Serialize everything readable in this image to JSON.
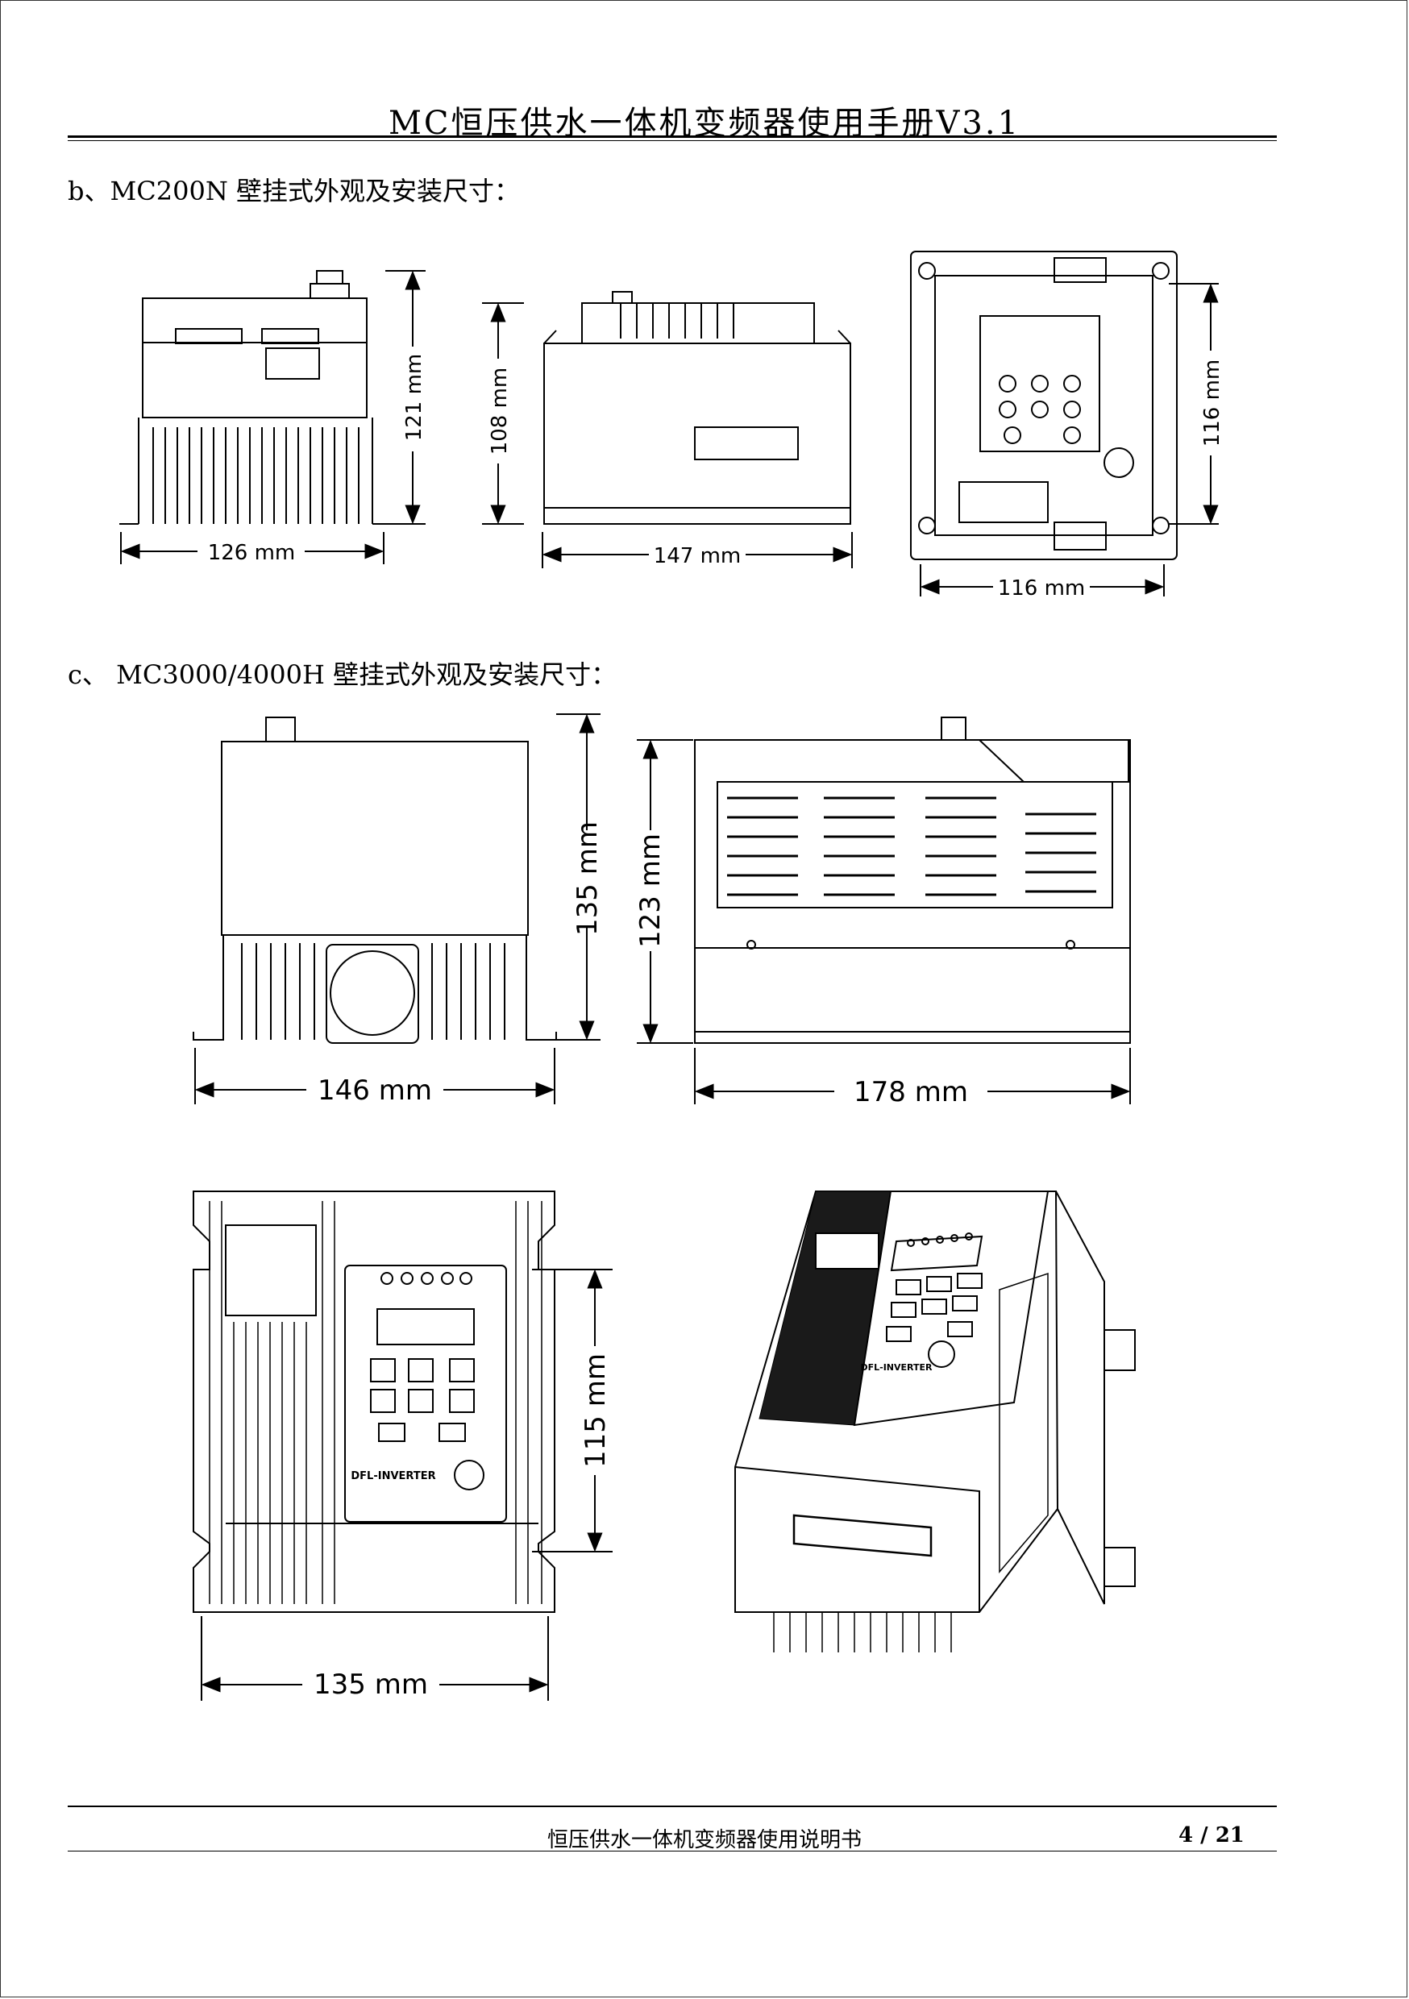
{
  "header": {
    "title": "MC恒压供水一体机变频器使用手册V3.1"
  },
  "sections": {
    "b": {
      "heading": "b、MC200N 壁挂式外观及安装尺寸：",
      "dims": {
        "width_front": "126 mm",
        "height_front": "121 mm",
        "width_side": "147 mm",
        "height_side": "108 mm",
        "width_back": "116 mm",
        "height_back": "116 mm"
      }
    },
    "c": {
      "heading": "c、 MC3000/4000H 壁挂式外观及安装尺寸：",
      "dims": {
        "width_front": "146 mm",
        "height_front": "135 mm",
        "width_side": "178 mm",
        "height_side": "123 mm",
        "width_top": "135 mm",
        "height_top": "115 mm"
      },
      "panel_label_top": "DFL-INVERTER",
      "panel_label_iso": "DFL-INVERTER"
    }
  },
  "footer": {
    "text": "恒压供水一体机变频器使用说明书",
    "page": "4 / 21"
  },
  "colors": {
    "line": "#000000",
    "paper": "#ffffff"
  }
}
